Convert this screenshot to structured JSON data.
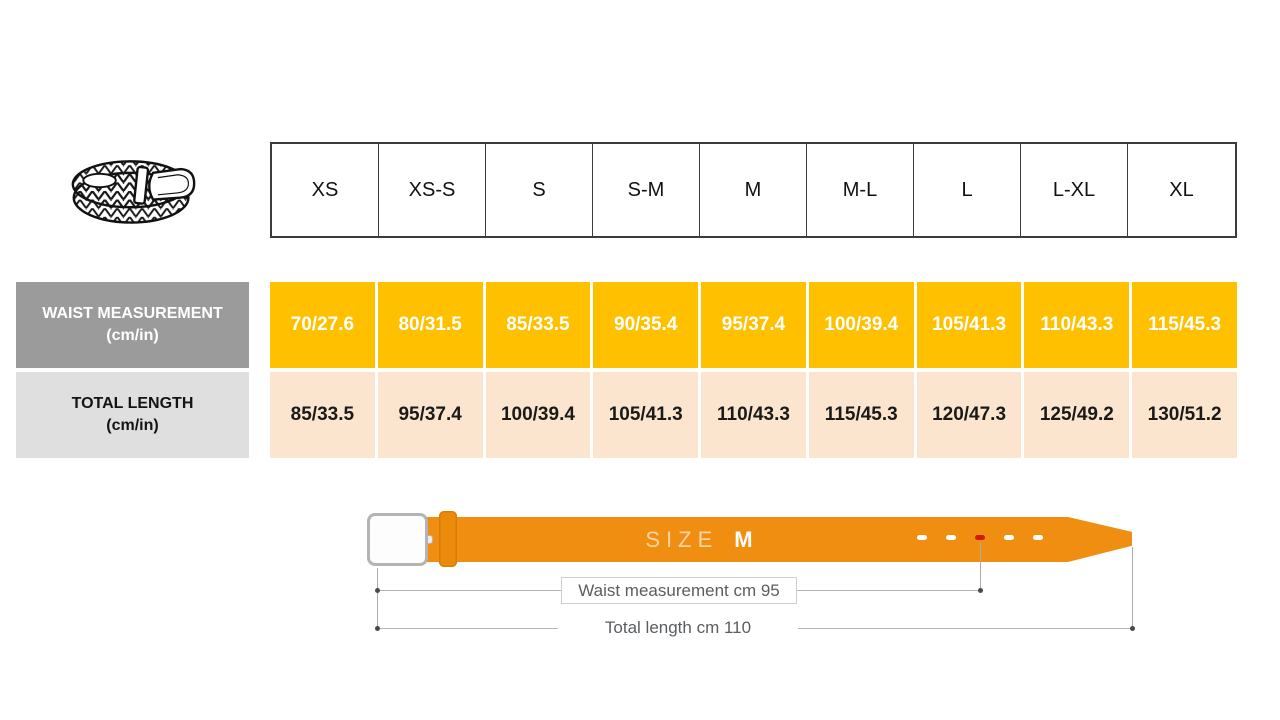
{
  "size_table": {
    "sizes": [
      "XS",
      "XS-S",
      "S",
      "S-M",
      "M",
      "M-L",
      "L",
      "L-XL",
      "XL"
    ],
    "waist": {
      "label": "WAIST MEASUREMENT",
      "unit": "(cm/in)",
      "values": [
        "70/27.6",
        "80/31.5",
        "85/33.5",
        "90/35.4",
        "95/37.4",
        "100/39.4",
        "105/41.3",
        "110/43.3",
        "115/45.3"
      ]
    },
    "total": {
      "label": "TOTAL LENGTH",
      "unit": "(cm/in)",
      "values": [
        "85/33.5",
        "95/37.4",
        "100/39.4",
        "105/41.3",
        "110/43.3",
        "115/45.3",
        "120/47.3",
        "125/49.2",
        "130/51.2"
      ]
    }
  },
  "belt_diagram": {
    "size_word": "SIZE",
    "size_value": "M",
    "waist_caption": "Waist measurement cm 95",
    "length_caption": "Total length cm 110",
    "holes_count": 5
  },
  "icons": {
    "belt_illustration": "braided-belt-icon"
  },
  "colors": {
    "waist_row_bg": "#FFC000",
    "total_row_bg": "#FBE5CE",
    "waist_label_bg": "#9B9B9B",
    "total_label_bg": "#DFDFDF",
    "strap_orange": "#EF8E10",
    "red_hole": "#D01D09"
  }
}
